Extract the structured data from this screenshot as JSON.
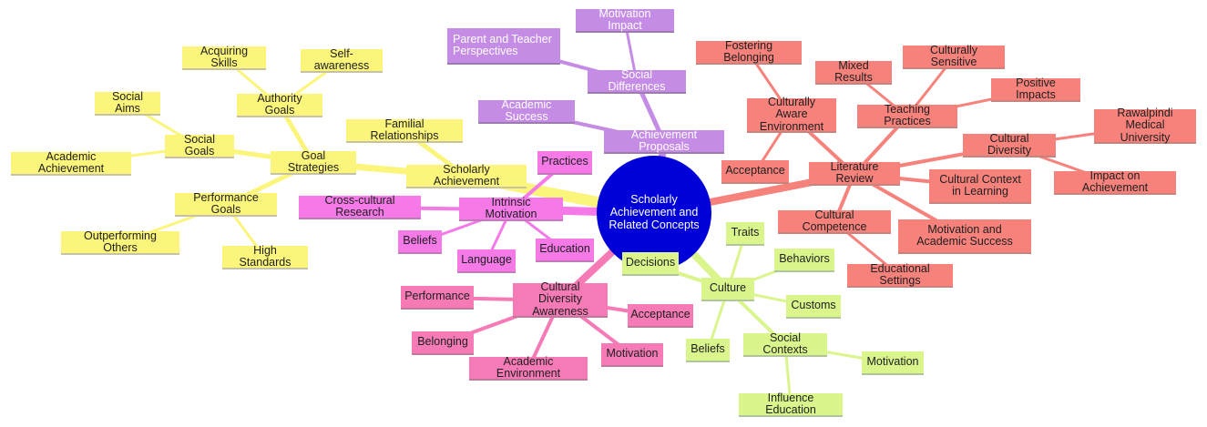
{
  "center": {
    "label": "Scholarly Achievement and Related Concepts"
  },
  "colors": {
    "center": "#0000d9",
    "goal_branch": "#fbf57c",
    "culture_branch": "#d9f58c",
    "awareness_branch": "#f57ab6",
    "intrinsic_branch": "#f57ae8",
    "achievement_branch": "#c58ce6",
    "literature_branch": "#f7827c"
  },
  "nodes": {
    "scholarly_achievement": "Scholarly Achievement",
    "familial_relationships": "Familial Relationships",
    "goal_strategies": "Goal Strategies",
    "authority_goals": "Authority Goals",
    "acquiring_skills": "Acquiring Skills",
    "self_awareness": "Self-awareness",
    "social_goals": "Social Goals",
    "social_aims": "Social Aims",
    "academic_achievement": "Academic Achievement",
    "performance_goals": "Performance Goals",
    "outperforming_others": "Outperforming Others",
    "high_standards": "High Standards",
    "intrinsic_motivation": "Intrinsic Motivation",
    "practices": "Practices",
    "cross_cultural_research": "Cross-cultural Research",
    "beliefs_intrinsic": "Beliefs",
    "language": "Language",
    "education": "Education",
    "cultural_diversity_awareness": "Cultural Diversity Awareness",
    "performance": "Performance",
    "belonging": "Belonging",
    "academic_environment": "Academic Environment",
    "motivation_awareness": "Motivation",
    "acceptance_awareness": "Acceptance",
    "culture": "Culture",
    "decisions": "Decisions",
    "traits": "Traits",
    "behaviors": "Behaviors",
    "customs": "Customs",
    "beliefs_culture": "Beliefs",
    "social_contexts": "Social Contexts",
    "motivation_social": "Motivation",
    "influence_education": "Influence Education",
    "achievement_proposals": "Achievement Proposals",
    "academic_success": "Academic Success",
    "social_differences": "Social Differences",
    "motivation_impact": "Motivation Impact",
    "parent_teacher_perspectives": "Parent and Teacher Perspectives",
    "literature_review": "Literature Review",
    "culturally_aware_environment": "Culturally Aware Environment",
    "fostering_belonging": "Fostering Belonging",
    "acceptance_lit": "Acceptance",
    "teaching_practices": "Teaching Practices",
    "mixed_results": "Mixed Results",
    "culturally_sensitive": "Culturally Sensitive",
    "positive_impacts": "Positive Impacts",
    "cultural_diversity": "Cultural Diversity",
    "rawalpindi_medical_university": "Rawalpindi Medical University",
    "impact_on_achievement": "Impact on Achievement",
    "cultural_context_in_learning": "Cultural Context in Learning",
    "cultural_competence": "Cultural Competence",
    "educational_settings": "Educational Settings",
    "motivation_academic_success": "Motivation and Academic Success"
  }
}
